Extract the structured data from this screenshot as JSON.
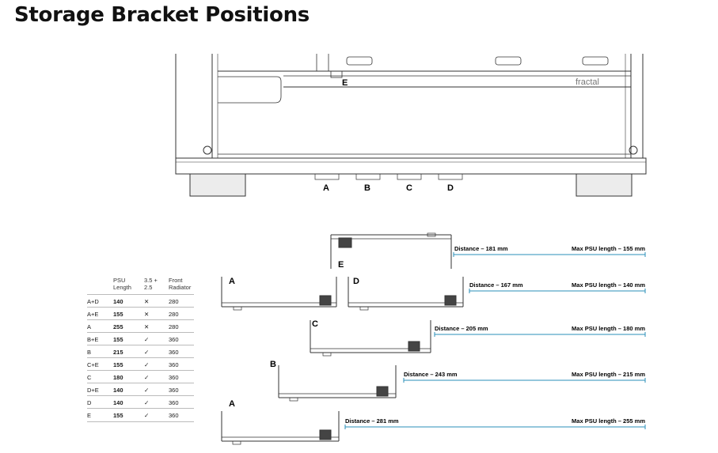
{
  "title": "Storage Bracket Positions",
  "brand_mark": "fractal",
  "colors": {
    "accent": "#2a8fb8",
    "line": "#333333",
    "grid": "#bbbbbb"
  },
  "case_position_labels": [
    "A",
    "B",
    "C",
    "D"
  ],
  "case_top_label": "E",
  "brackets": [
    {
      "id": "E",
      "label": "E",
      "distance": "Distance – 181 mm",
      "max_psu": "Max PSU length – 155 mm"
    },
    {
      "id": "A+D",
      "label_left": "A",
      "label_right": "D",
      "distance": "Distance – 167 mm",
      "max_psu": "Max PSU length – 140 mm"
    },
    {
      "id": "C",
      "label": "C",
      "distance": "Distance – 205 mm",
      "max_psu": "Max PSU length – 180 mm"
    },
    {
      "id": "B",
      "label": "B",
      "distance": "Distance – 243 mm",
      "max_psu": "Max PSU length – 215 mm"
    },
    {
      "id": "A",
      "label": "A",
      "distance": "Distance – 281 mm",
      "max_psu": "Max PSU length – 255 mm"
    }
  ],
  "table": {
    "headers": [
      {
        "line1": "",
        "line2": ""
      },
      {
        "line1": "PSU",
        "line2": "Length"
      },
      {
        "line1": "3.5 +",
        "line2": "2.5"
      },
      {
        "line1": "Front",
        "line2": "Radiator"
      }
    ],
    "rows": [
      {
        "pos": "A+D",
        "psu": "140",
        "drive": "✕",
        "radiator": "280"
      },
      {
        "pos": "A+E",
        "psu": "155",
        "drive": "✕",
        "radiator": "280"
      },
      {
        "pos": "A",
        "psu": "255",
        "drive": "✕",
        "radiator": "280"
      },
      {
        "pos": "B+E",
        "psu": "155",
        "drive": "✓",
        "radiator": "360"
      },
      {
        "pos": "B",
        "psu": "215",
        "drive": "✓",
        "radiator": "360"
      },
      {
        "pos": "C+E",
        "psu": "155",
        "drive": "✓",
        "radiator": "360"
      },
      {
        "pos": "C",
        "psu": "180",
        "drive": "✓",
        "radiator": "360"
      },
      {
        "pos": "D+E",
        "psu": "140",
        "drive": "✓",
        "radiator": "360"
      },
      {
        "pos": "D",
        "psu": "140",
        "drive": "✓",
        "radiator": "360"
      },
      {
        "pos": "E",
        "psu": "155",
        "drive": "✓",
        "radiator": "360"
      }
    ]
  }
}
